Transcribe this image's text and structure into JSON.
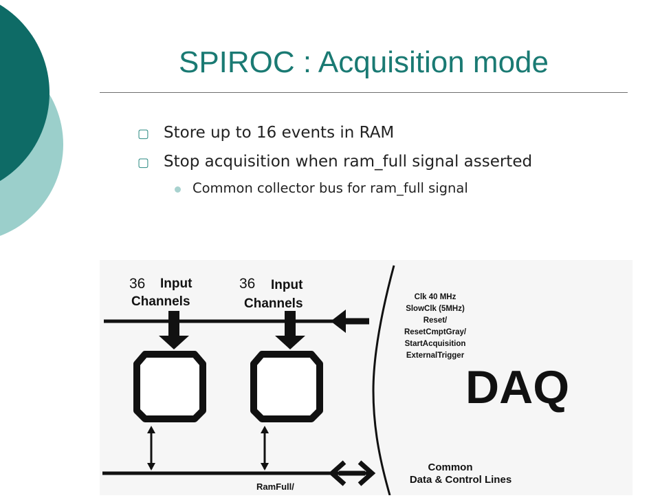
{
  "slide": {
    "title": "SPIROC : Acquisition mode",
    "bullets": [
      {
        "text": "Store up to 16 events in RAM",
        "marker": "hollow-square-icon"
      },
      {
        "text": "Stop acquisition when ram_full signal asserted",
        "marker": "hollow-square-icon"
      }
    ],
    "subbullets": [
      {
        "text": "Common collector bus for ram_full signal",
        "marker": "dot-icon"
      }
    ]
  },
  "diagram": {
    "chip1": {
      "count": "36",
      "label_line1": "Input",
      "label_line2": "Channels"
    },
    "chip2": {
      "count": "36",
      "label_line1": "Input",
      "label_line2": "Channels"
    },
    "signals": [
      "Clk 40 MHz",
      "SlowClk (5MHz)",
      "Reset/",
      "ResetCmptGray/",
      "StartAcquisition",
      "ExternalTrigger"
    ],
    "daq_label": "DAQ",
    "common_line1": "Common",
    "common_line2": "Data & Control Lines",
    "ramfull_label": "RamFull/"
  },
  "colors": {
    "title": "#1a7a73",
    "circle_dark": "#0e6b66",
    "circle_light": "#9bcfcb",
    "marker": "#2a8a82"
  }
}
